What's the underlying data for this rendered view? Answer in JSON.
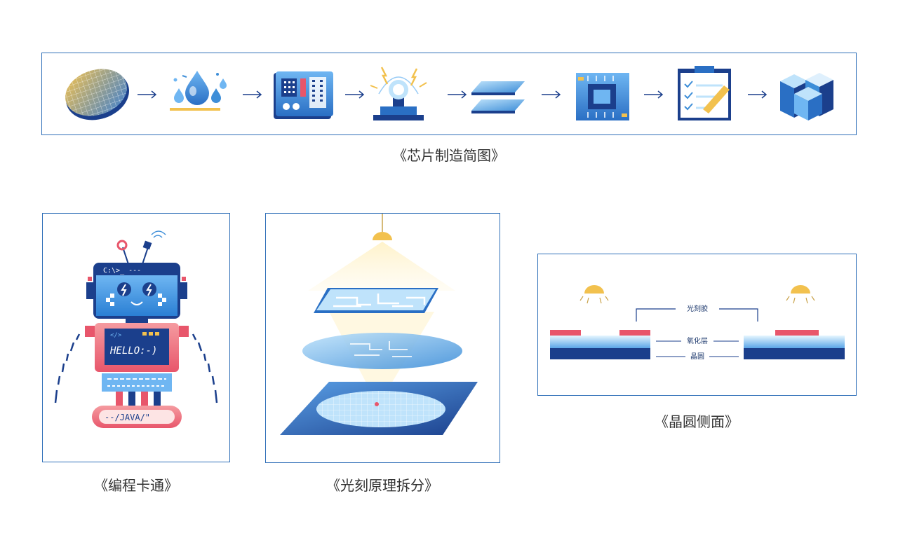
{
  "captions": {
    "process": "《芯片制造简图》",
    "robot": "《编程卡通》",
    "lithography": "《光刻原理拆分》",
    "wafer_side": "《晶圆侧面》"
  },
  "robot": {
    "head_prompt": "C:\\>_ ---",
    "screen_tag": "</>",
    "screen_text": "HELLO:-)",
    "base_text": "--/JAVA/\""
  },
  "wafer_side_labels": {
    "photoresist": "光刻胶",
    "oxide": "氧化层",
    "wafer": "晶圆"
  },
  "process_steps": [
    "wafer-icon",
    "cleaning-icon",
    "circuit-board-icon",
    "exposure-lamp-icon",
    "layers-icon",
    "chip-icon",
    "checklist-icon",
    "cubes-icon"
  ],
  "colors": {
    "frame": "#2f6fb8",
    "primary_blue": "#2a7fd4",
    "dark_blue": "#1b3f8c",
    "accent_yellow": "#f2c14e",
    "accent_pink": "#e8566b"
  }
}
